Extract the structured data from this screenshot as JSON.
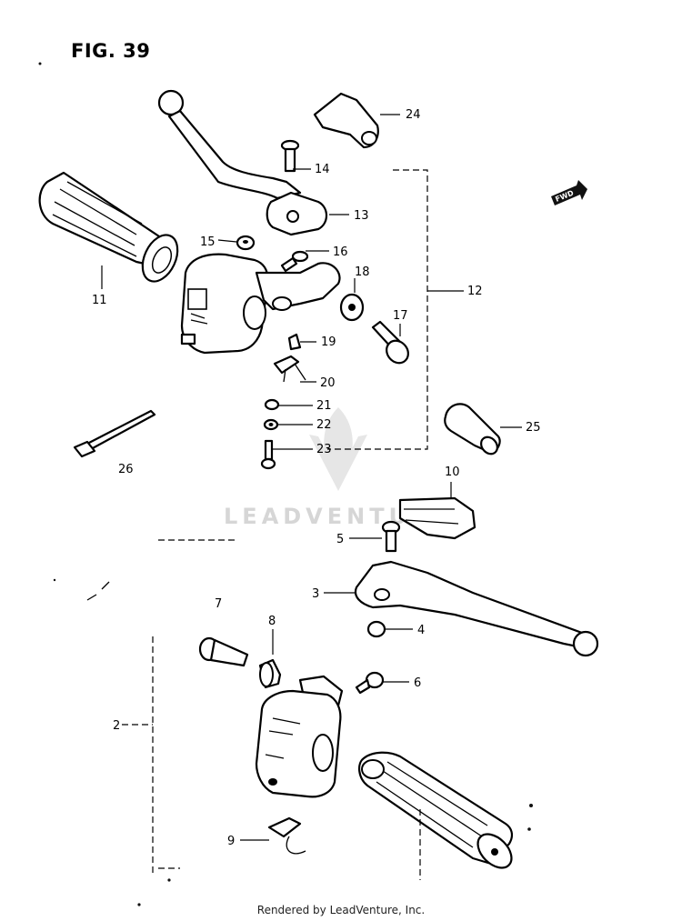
{
  "figure": {
    "title": "FIG. 39"
  },
  "footer": {
    "credit": "Rendered by LeadVenture, Inc."
  },
  "watermark": {
    "text": "LEADVENTURE"
  },
  "direction_badge": {
    "text": "FWD",
    "icon": "forward-arrow-icon"
  },
  "callouts": {
    "p2": "2",
    "p3": "3",
    "p4": "4",
    "p5": "5",
    "p6": "6",
    "p7": "7",
    "p8": "8",
    "p9": "9",
    "p10": "10",
    "p11": "11",
    "p12": "12",
    "p13": "13",
    "p14": "14",
    "p15": "15",
    "p16": "16",
    "p17": "17",
    "p18": "18",
    "p19": "19",
    "p20": "20",
    "p21": "21",
    "p22": "22",
    "p23": "23",
    "p24": "24",
    "p25": "25",
    "p26": "26"
  },
  "parts_drawn": [
    "clutch-lever",
    "lever-holder",
    "left-handlebar-grip",
    "left-handlebar-switch",
    "lever-cover",
    "wiring-band",
    "switch-cover-boot",
    "brake-lever",
    "brake-lever-cover",
    "right-handlebar-switch",
    "throttle-grip",
    "screws",
    "washers",
    "nuts",
    "spacer"
  ]
}
